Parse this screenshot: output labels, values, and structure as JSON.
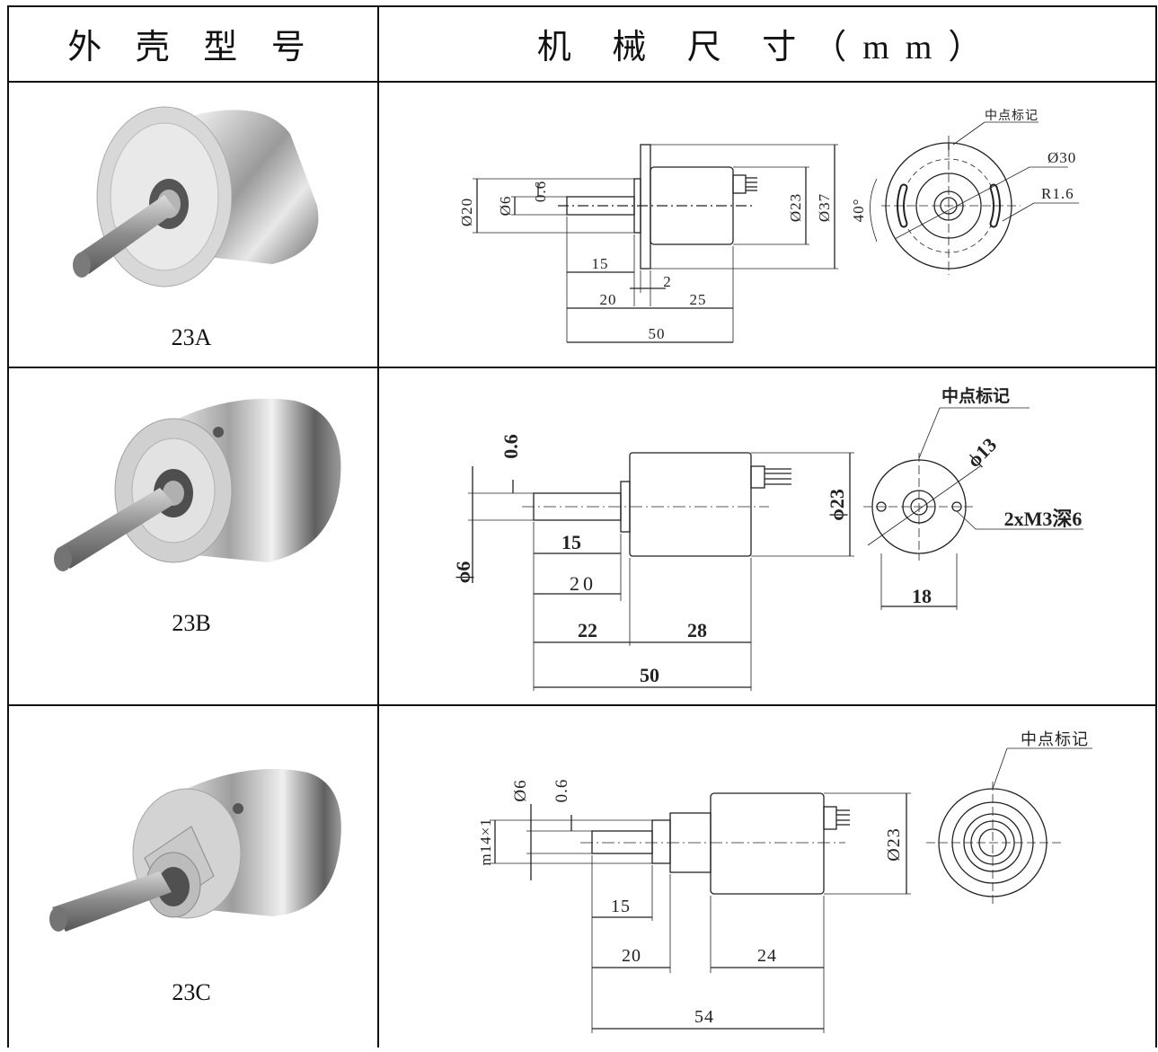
{
  "header": {
    "col1": "外 壳 型 号",
    "col2": "机  械  尺  寸（mm）"
  },
  "rows": [
    {
      "model": "23A",
      "labels": {
        "d20": "Ø20",
        "d6": "Ø6",
        "t06": "0.6",
        "d23": "Ø23",
        "d37": "Ø37",
        "l15": "15",
        "l20": "20",
        "l2": "2",
        "l25": "25",
        "l50": "50",
        "mark": "中点标记",
        "d30": "Ø30",
        "r16": "R1.6",
        "ang": "40°"
      }
    },
    {
      "model": "23B",
      "labels": {
        "t06": "0.6",
        "d6": "ϕ6",
        "d23": "ϕ23",
        "l15": "15",
        "l20": "20",
        "l22": "22",
        "l28": "28",
        "l50": "50",
        "mark": "中点标记",
        "d13": "ϕ13",
        "m3": "2xM3深6",
        "l18": "18"
      }
    },
    {
      "model": "23C",
      "labels": {
        "m14": "m14×1",
        "d6": "Ø6",
        "t06": "0.6",
        "d23": "Ø23",
        "l15": "15",
        "l20": "20",
        "l24": "24",
        "l54": "54",
        "mark": "中点标记"
      }
    }
  ]
}
